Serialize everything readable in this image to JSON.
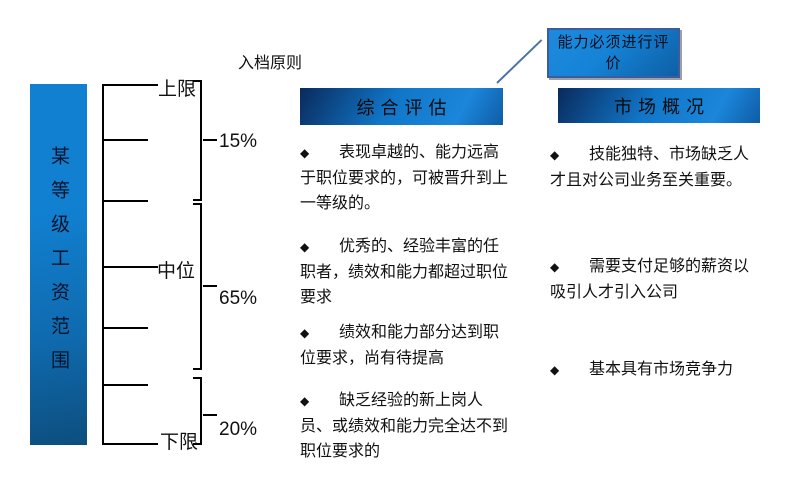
{
  "page": {
    "title": "入档原则"
  },
  "salary_bar": {
    "label": "某等级工资范围"
  },
  "ladder": {
    "upper_label": "上限",
    "middle_label": "中位",
    "lower_label": "下限",
    "brackets": [
      {
        "percent": "15%"
      },
      {
        "percent": "65%"
      },
      {
        "percent": "20%"
      }
    ]
  },
  "callout": {
    "text": "能力必须进行评价"
  },
  "bullet_marker": "◆",
  "columns": [
    {
      "header": "综合评估",
      "bullets": [
        "表现卓越的、能力远高于职位要求的，可被晋升到上一等级的。",
        "优秀的、经验丰富的任职者，绩效和能力都超过职位要求",
        "绩效和能力部分达到职位要求，尚有待提高",
        "缺乏经验的新上岗人员、或绩效和能力完全达不到职位要求的"
      ]
    },
    {
      "header": "市场概况",
      "bullets": [
        "技能独特、市场缺乏人才且对公司业务至关重要。",
        "需要支付足够的薪资以吸引人才引入公司",
        "基本具有市场竞争力"
      ]
    }
  ],
  "colors": {
    "bright_blue": "#1583d6",
    "dark_navy": "#0a2a5c",
    "bar_bottom_blue": "#0d4e7e",
    "connector_blue": "#4a74a8",
    "text": "#000000"
  }
}
